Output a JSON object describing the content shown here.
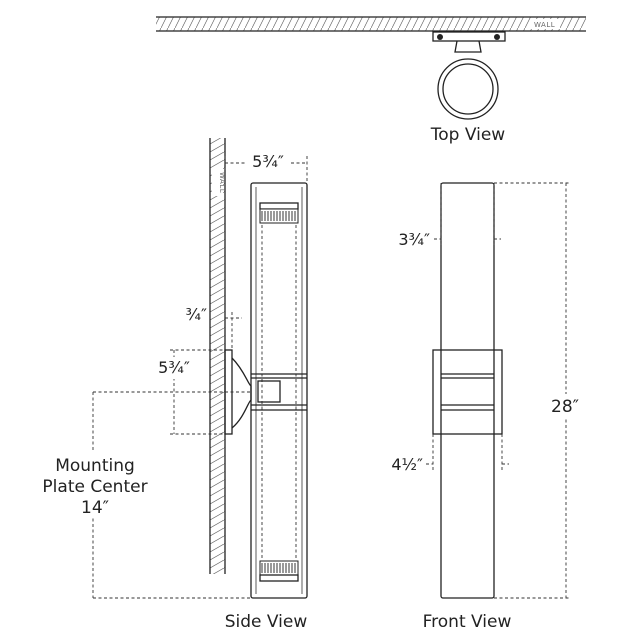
{
  "wall_label": "WALL",
  "views": {
    "top": "Top View",
    "side": "Side View",
    "front": "Front View"
  },
  "dimensions": {
    "side_depth": "5¾″",
    "plate_depth": "¾″",
    "plate_height": "5¾″",
    "front_width": "3¾″",
    "overall_height": "28″",
    "center_band_width": "4½″"
  },
  "mounting": {
    "line1": "Mounting",
    "line2": "Plate Center",
    "line3": "14″"
  }
}
